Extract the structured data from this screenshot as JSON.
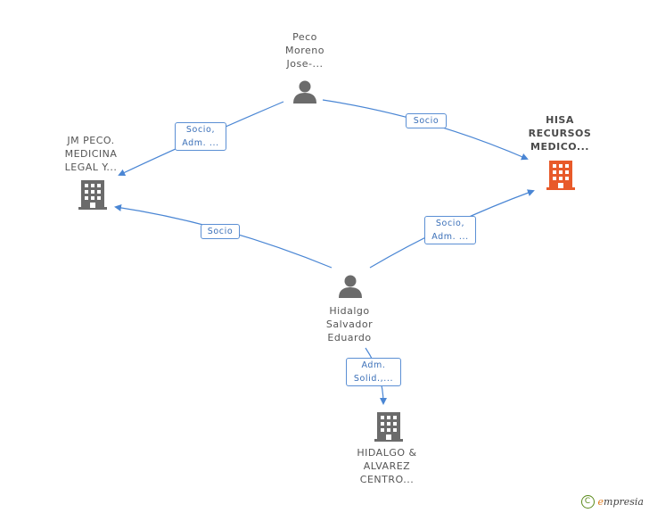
{
  "colors": {
    "edge": "#4a86d4",
    "person": "#6b6b6b",
    "company": "#6b6b6b",
    "focus_company": "#e85a2a"
  },
  "nodes": {
    "peco": {
      "lines": [
        "Peco",
        "Moreno",
        "Jose-..."
      ],
      "icon": "person-icon"
    },
    "jmpeco": {
      "lines": [
        "JM PECO.",
        "MEDICINA",
        "LEGAL Y..."
      ],
      "icon": "building-icon"
    },
    "hisa": {
      "lines": [
        "HISA",
        "RECURSOS",
        "MEDICO..."
      ],
      "icon": "building-icon"
    },
    "hidalgo": {
      "lines": [
        "Hidalgo",
        "Salvador",
        "Eduardo"
      ],
      "icon": "person-icon"
    },
    "alvarez": {
      "lines": [
        "HIDALGO &",
        "ALVAREZ",
        "CENTRO..."
      ],
      "icon": "building-icon"
    }
  },
  "edges": {
    "peco_jmpeco": [
      "Socio,",
      "Adm. ..."
    ],
    "peco_hisa": [
      "Socio"
    ],
    "hidalgo_jmpeco": [
      "Socio"
    ],
    "hidalgo_hisa": [
      "Socio,",
      "Adm. ..."
    ],
    "hidalgo_alvarez": [
      "Adm.",
      "Solid.,..."
    ]
  },
  "footer": {
    "copyright_symbol": "C",
    "brand_first": "e",
    "brand_rest": "mpresia"
  }
}
